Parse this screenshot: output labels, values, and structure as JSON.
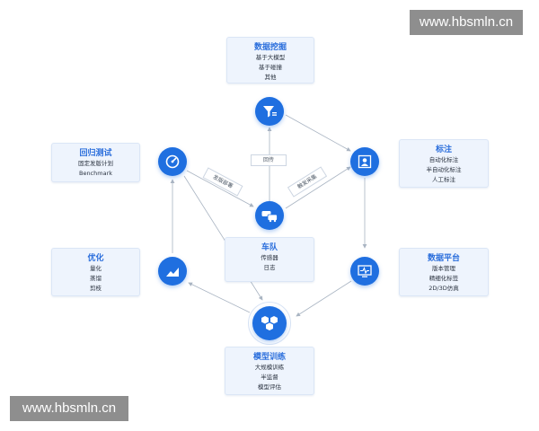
{
  "watermarks": {
    "top": "www.hbsmln.cn",
    "bottom": "www.hbsmln.cn"
  },
  "cards": {
    "data_mining": {
      "title": "数据挖掘",
      "items": [
        "基于大模型",
        "基于碰撞",
        "其他"
      ]
    },
    "labeling": {
      "title": "标注",
      "items": [
        "自动化标注",
        "半自动化标注",
        "人工标注"
      ]
    },
    "regression_test": {
      "title": "回归测试",
      "items": [
        "固定发版计划",
        "Benchmark"
      ]
    },
    "optimization": {
      "title": "优化",
      "items": [
        "量化",
        "蒸馏",
        "剪枝"
      ]
    },
    "fleet": {
      "title": "车队",
      "items": [
        "传感器",
        "日志"
      ]
    },
    "data_platform": {
      "title": "数据平台",
      "items": [
        "版本管理",
        "精细化标签",
        "2D/3D仿真"
      ]
    },
    "model_training": {
      "title": "模型训练",
      "items": [
        "大规模训练",
        "半监督",
        "模型评估"
      ]
    }
  },
  "edge_labels": {
    "backhaul": "回传",
    "deploy": "发版部署",
    "trigger_collect": "触发采集"
  },
  "icons": {
    "data_mining": "funnel-icon",
    "labeling": "person-frame-icon",
    "regression_test": "gauge-icon",
    "fleet": "cars-icon",
    "optimization": "chart-up-icon",
    "data_platform": "monitor-pulse-icon",
    "model_training": "cubes-icon"
  },
  "colors": {
    "accent": "#1f6fe0",
    "title_blue": "#2c6fdc",
    "card_bg": "#eef4fd",
    "edge": "#a9b4c2"
  }
}
